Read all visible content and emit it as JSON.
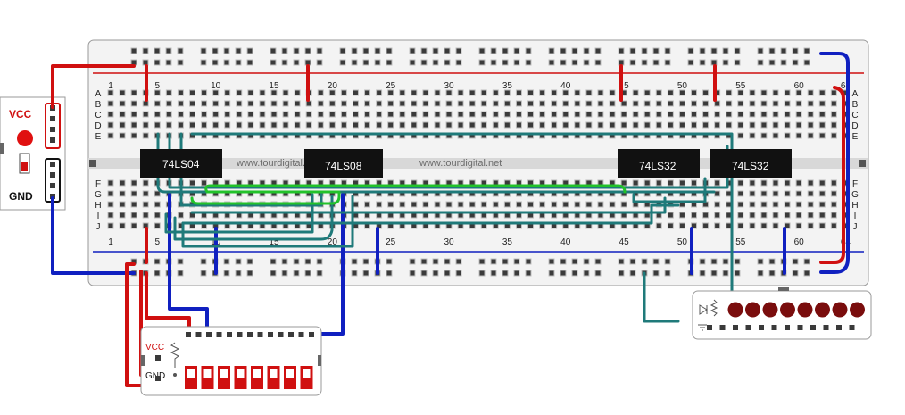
{
  "watermark": "www.tourdigital.net",
  "column_numbers": [
    "1",
    "5",
    "10",
    "15",
    "20",
    "25",
    "30",
    "35",
    "40",
    "45",
    "50",
    "55",
    "60",
    "64"
  ],
  "rows_top": [
    "A",
    "B",
    "C",
    "D",
    "E"
  ],
  "rows_bottom": [
    "F",
    "G",
    "H",
    "I",
    "J"
  ],
  "chips": [
    {
      "label": "74LS04"
    },
    {
      "label": "74LS08"
    },
    {
      "label": "74LS32"
    },
    {
      "label": "74LS32"
    }
  ],
  "power_module": {
    "vcc_label": "VCC",
    "gnd_label": "GND"
  },
  "switch_module": {
    "vcc_label": "VCC",
    "gnd_label": "GND",
    "switch_count": 8
  },
  "led_module": {
    "led_count": 8
  },
  "colors": {
    "board": "#f3f3f3",
    "hole": "#3a3a3a",
    "rail_red": "#d01010",
    "rail_blue": "#1020c0",
    "wire_teal": "#1f7a7a",
    "wire_green": "#22c22a",
    "chip": "#111111",
    "led": "#7a0d0d"
  }
}
